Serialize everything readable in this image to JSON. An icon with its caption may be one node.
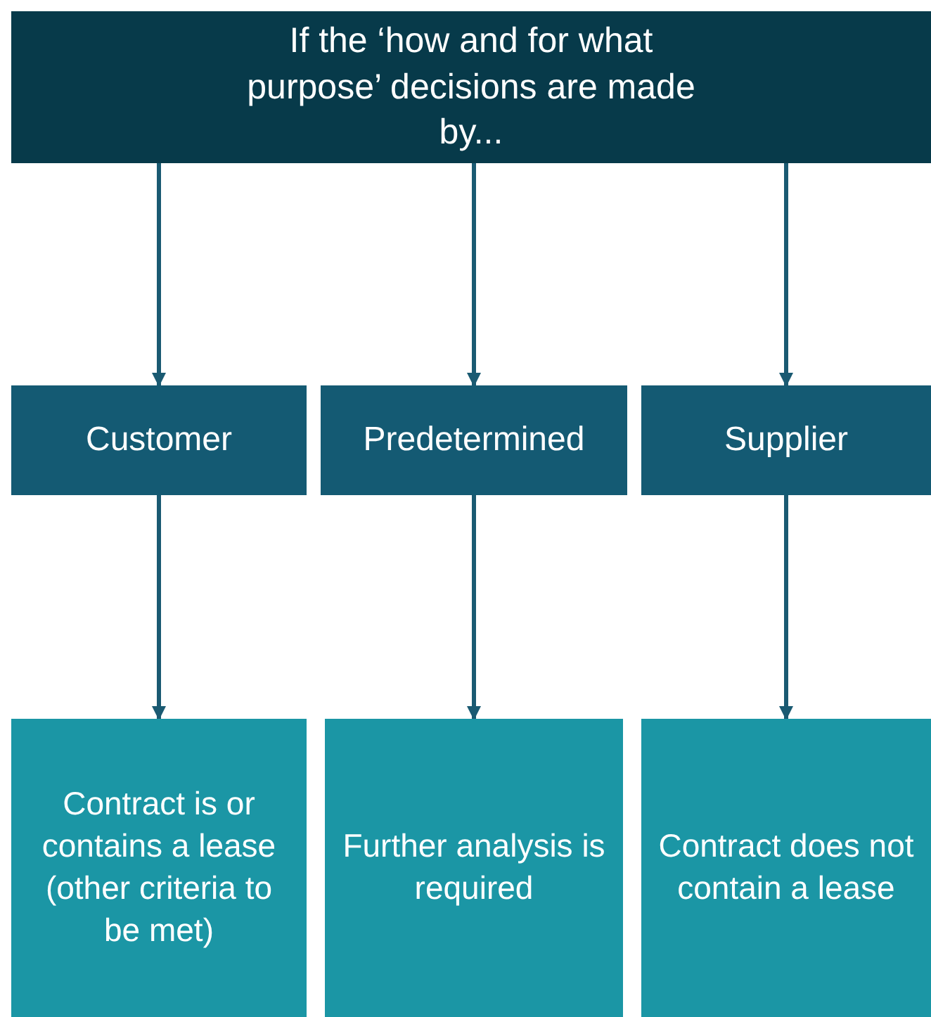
{
  "diagram": {
    "nodes": [
      {
        "text": [
          "If the ‘how and for what purpose’ decisions are made by..."
        ]
      },
      {
        "text": [
          "Customer"
        ]
      },
      {
        "text": [
          "Predetermined"
        ]
      },
      {
        "text": [
          "Supplier"
        ]
      },
      {
        "text": [
          "Contract is or contains a lease (other criteria to be met)"
        ]
      },
      {
        "text": [
          "Further analysis is required"
        ]
      },
      {
        "text": [
          "Contract does not contain a lease"
        ]
      }
    ],
    "edges": [
      {
        "from": 0,
        "to": 1,
        "arrow": "to"
      },
      {
        "from": 0,
        "to": 2,
        "arrow": "to"
      },
      {
        "from": 0,
        "to": 3,
        "arrow": "to"
      },
      {
        "from": 1,
        "to": 4,
        "arrow": "to"
      },
      {
        "from": 2,
        "to": 5,
        "arrow": "to"
      },
      {
        "from": 3,
        "to": 6,
        "arrow": "to"
      }
    ]
  }
}
